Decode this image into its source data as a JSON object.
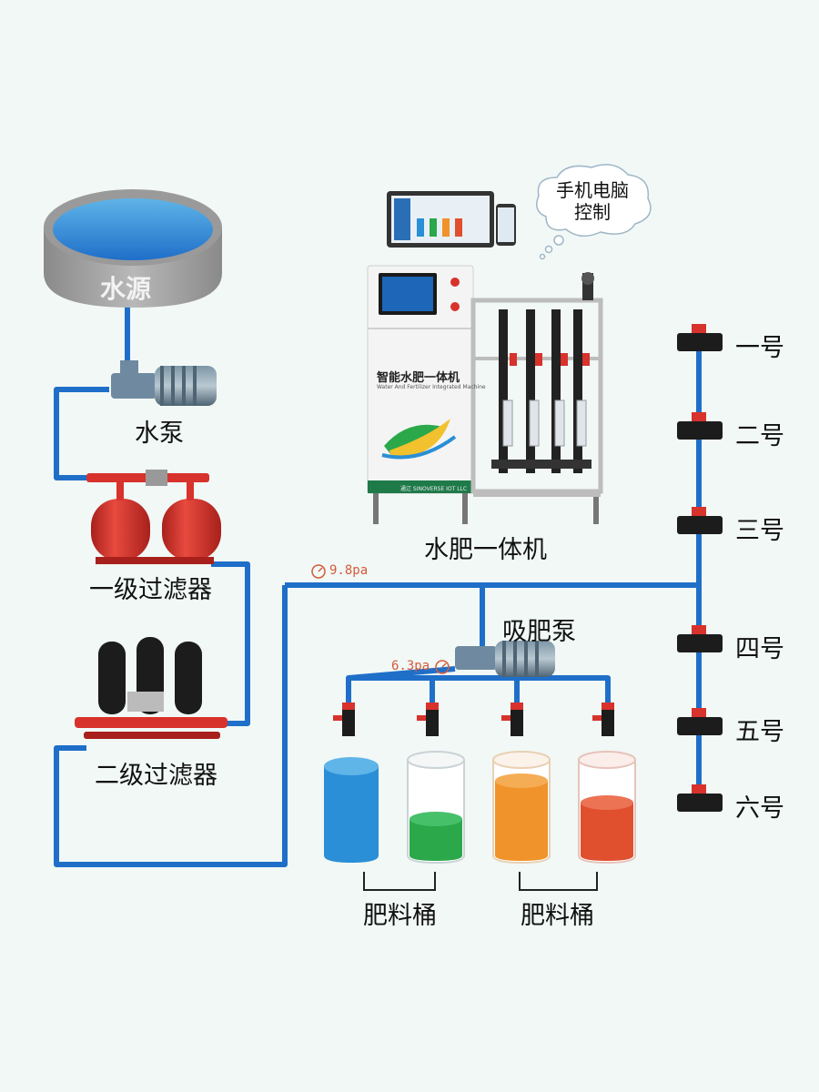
{
  "water_source": {
    "label": "水源"
  },
  "pump": {
    "label": "水泵"
  },
  "filter1": {
    "label": "一级过滤器"
  },
  "filter2": {
    "label": "二级过滤器"
  },
  "machine": {
    "label": "水肥一体机",
    "panel_title": "智能水肥一体机",
    "panel_subtitle": "Water And Fertilizer Integrated Machine",
    "panel_footer": "通辽 SINOVERSE IOT LLC"
  },
  "control": {
    "line1": "手机电脑",
    "line2": "控制"
  },
  "suction_pump": {
    "label": "吸肥泵"
  },
  "gauges": {
    "main": "9.8pa",
    "fertilizer": "6.3pa"
  },
  "tanks": {
    "group_labels": [
      "肥料桶",
      "肥料桶"
    ],
    "colors": [
      "#2a8fd6",
      "#2aa84a",
      "#f0932a",
      "#e0502e"
    ]
  },
  "valves": [
    "一号",
    "二号",
    "三号",
    "四号",
    "五号",
    "六号"
  ],
  "colors": {
    "pipe": "#1f6fc9",
    "filter_red": "#d8322c",
    "filter_black": "#1c1c1c",
    "background": "#f1f8f6"
  }
}
